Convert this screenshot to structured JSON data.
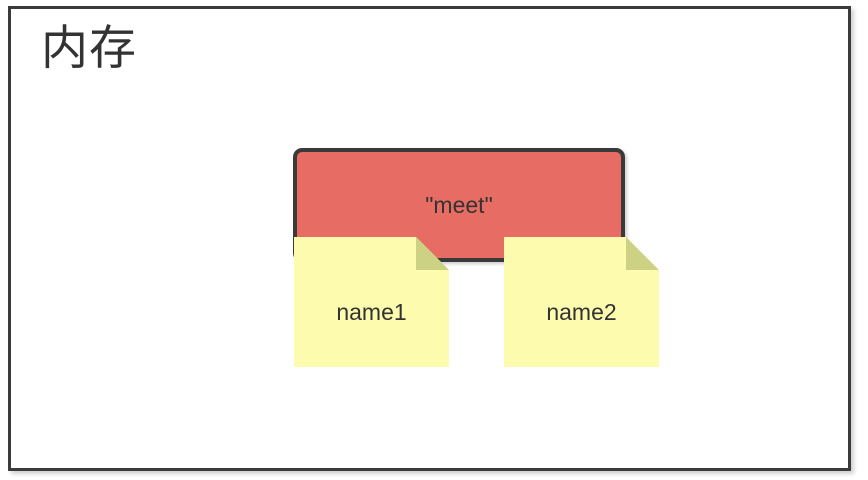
{
  "frame": {
    "title": "内存",
    "border_color": "#3b3b3b",
    "background": "#ffffff"
  },
  "value_box": {
    "label": "\"meet\"",
    "fill_color": "#e76c63",
    "border_color": "#3a3a3a",
    "text_color": "#333333"
  },
  "sticky_notes": [
    {
      "label": "name1",
      "fill_color": "#fdfbad",
      "fold_color": "#cdd184",
      "text_color": "#333333"
    },
    {
      "label": "name2",
      "fill_color": "#fdfbad",
      "fold_color": "#cdd184",
      "text_color": "#333333"
    }
  ]
}
